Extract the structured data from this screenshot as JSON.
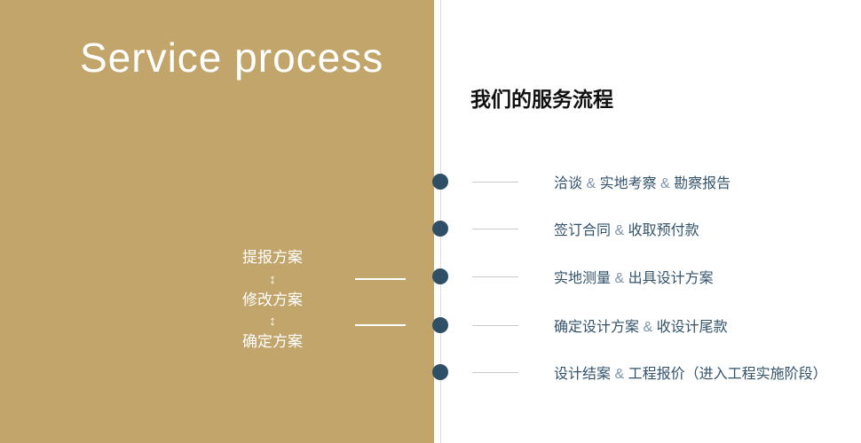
{
  "colors": {
    "panel_tan": "#c2a56a",
    "dot_navy": "#2e4f66",
    "step_text_navy": "#33536b",
    "ampersand": "#7d93a8",
    "divider_gray": "#dcdcdc"
  },
  "left_panel": {
    "title": "Service process",
    "revision_loop": {
      "arrow": "↕",
      "steps": [
        "提报方案",
        "修改方案",
        "确定方案"
      ]
    }
  },
  "right_panel": {
    "heading": "我们的服务流程",
    "steps": [
      "洽谈 & 实地考察 & 勘察报告",
      "签订合同 & 收取预付款",
      "实地测量 & 出具设计方案",
      "确定设计方案 & 收设计尾款",
      "设计结案 & 工程报价（进入工程实施阶段）"
    ]
  }
}
